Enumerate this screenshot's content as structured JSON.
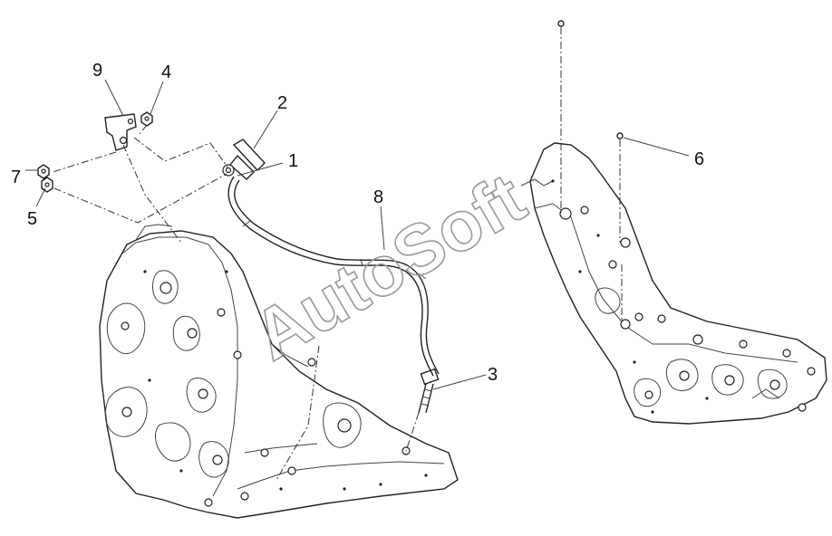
{
  "labels": {
    "l1": "1",
    "l2": "2",
    "l3": "3",
    "l4": "4",
    "l5": "5",
    "l6": "6",
    "l7": "7",
    "l8": "8",
    "l9": "9"
  },
  "watermark": "AutoSoft",
  "colors": {
    "line": "#222222",
    "watermark": "#9a9a9a",
    "background": "#ffffff"
  }
}
